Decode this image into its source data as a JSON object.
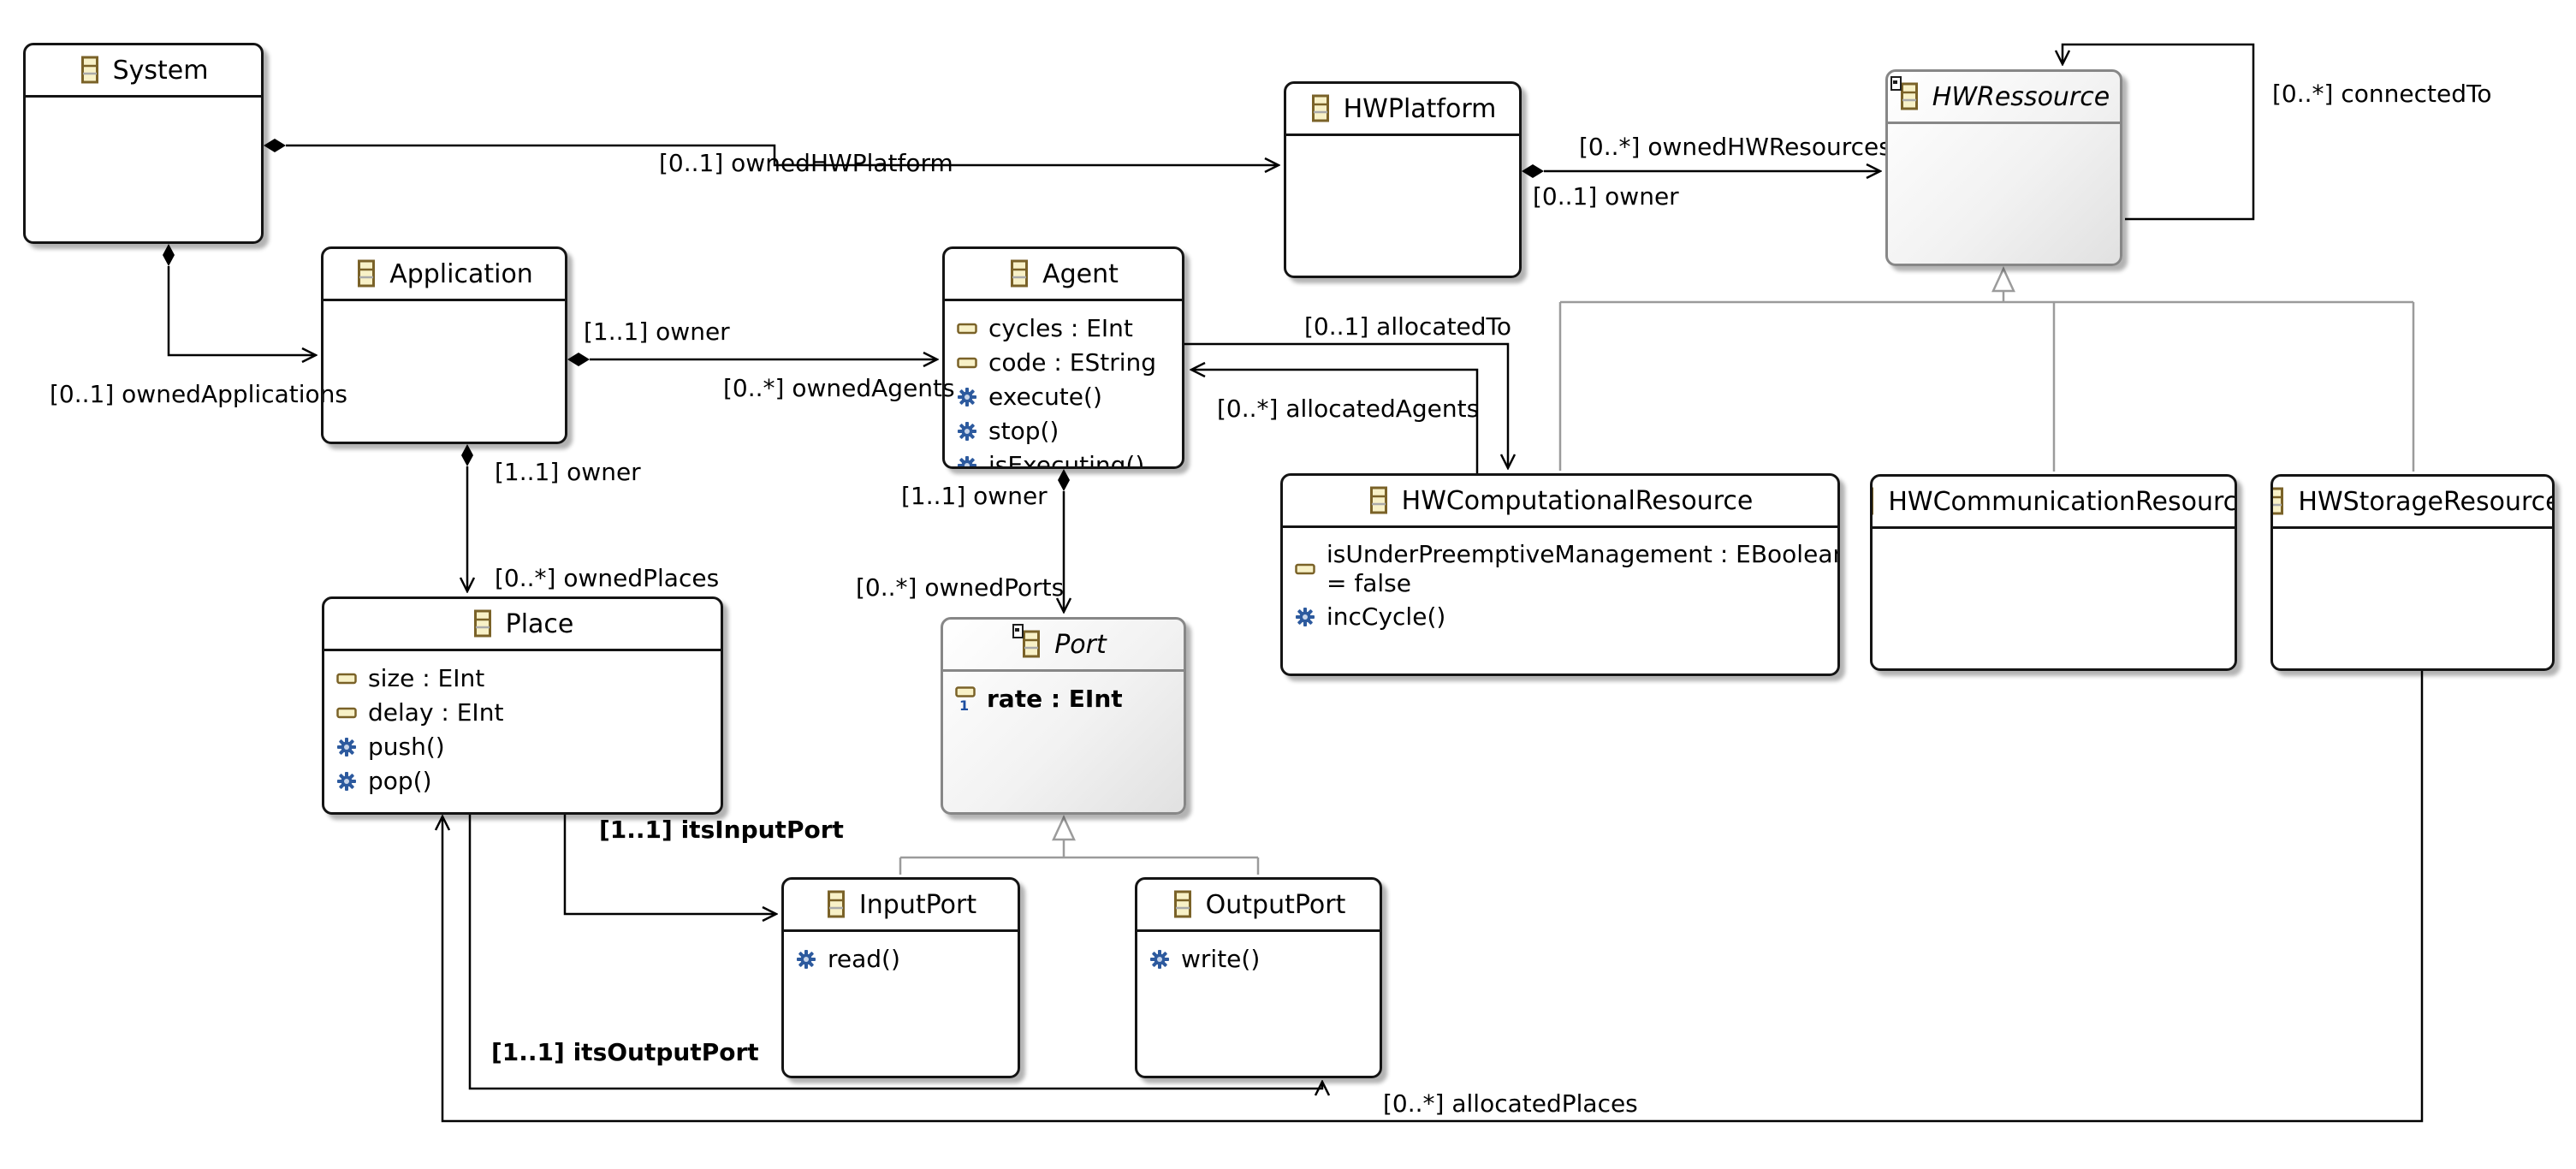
{
  "diagram": {
    "background": "#ffffff",
    "colors": {
      "class_fill_start": "#fffffb",
      "class_fill_end": "#f1e9ba",
      "class_border": "#141414",
      "abstract_fill_start": "#ffffff",
      "abstract_fill_end": "#e1e1e1",
      "abstract_border": "#878787",
      "edge_color": "#000000",
      "generalization_color": "#9b9b9b",
      "icon_border": "#7a6228",
      "icon_fill": "#f8f1c7",
      "operation_icon_color": "#2d5a9e",
      "required_marker_color": "#1d4ea0"
    },
    "icons": {
      "class": "class-icon",
      "abstract_marker": "abstract-class-marker",
      "attribute": "attribute-icon",
      "attribute_required": "required-attribute-icon",
      "operation": "operation-icon"
    },
    "classes": [
      {
        "name": "System",
        "abstract": false,
        "members": []
      },
      {
        "name": "HWPlatform",
        "abstract": false,
        "members": []
      },
      {
        "name": "HWRessource",
        "abstract": true,
        "members": []
      },
      {
        "name": "Application",
        "abstract": false,
        "members": []
      },
      {
        "name": "Agent",
        "abstract": false,
        "members": [
          {
            "kind": "attribute",
            "text": "cycles : EInt"
          },
          {
            "kind": "attribute",
            "text": "code : EString"
          },
          {
            "kind": "operation",
            "text": "execute()"
          },
          {
            "kind": "operation",
            "text": "stop()"
          },
          {
            "kind": "operation",
            "text": "isExecuting()"
          }
        ]
      },
      {
        "name": "Place",
        "abstract": false,
        "members": [
          {
            "kind": "attribute",
            "text": "size : EInt"
          },
          {
            "kind": "attribute",
            "text": "delay : EInt"
          },
          {
            "kind": "operation",
            "text": "push()"
          },
          {
            "kind": "operation",
            "text": "pop()"
          }
        ]
      },
      {
        "name": "Port",
        "abstract": true,
        "members": [
          {
            "kind": "attribute_required",
            "text": "rate : EInt",
            "bold": true
          }
        ]
      },
      {
        "name": "InputPort",
        "abstract": false,
        "members": [
          {
            "kind": "operation",
            "text": "read()"
          }
        ]
      },
      {
        "name": "OutputPort",
        "abstract": false,
        "members": [
          {
            "kind": "operation",
            "text": "write()"
          }
        ]
      },
      {
        "name": "HWComputationalResource",
        "abstract": false,
        "members": [
          {
            "kind": "attribute",
            "text": "isUnderPreemptiveManagement : EBoolean",
            "text2": "= false"
          },
          {
            "kind": "operation",
            "text": "incCycle()"
          }
        ]
      },
      {
        "name": "HWCommunicationResource",
        "abstract": false,
        "members": []
      },
      {
        "name": "HWStorageResource",
        "abstract": false,
        "members": []
      }
    ],
    "edge_labels": {
      "owned_hw_platform": "[0..1] ownedHWPlatform",
      "owned_hw_resources": "[0..*] ownedHWResources",
      "hw_owner": "[0..1] owner",
      "connected_to": "[0..*] connectedTo",
      "owned_applications": "[0..1] ownedApplications",
      "app_owner": "[1..1] owner",
      "owned_agents": "[0..*] ownedAgents",
      "place_owner": "[1..1] owner",
      "owned_places": "[0..*] ownedPlaces",
      "port_owner": "[1..1] owner",
      "owned_ports": "[0..*] ownedPorts",
      "allocated_to": "[0..1] allocatedTo",
      "allocated_agents": "[0..*] allocatedAgents",
      "its_input_port": "[1..1] itsInputPort",
      "its_output_port": "[1..1] itsOutputPort",
      "allocated_places": "[0..*] allocatedPlaces"
    }
  }
}
